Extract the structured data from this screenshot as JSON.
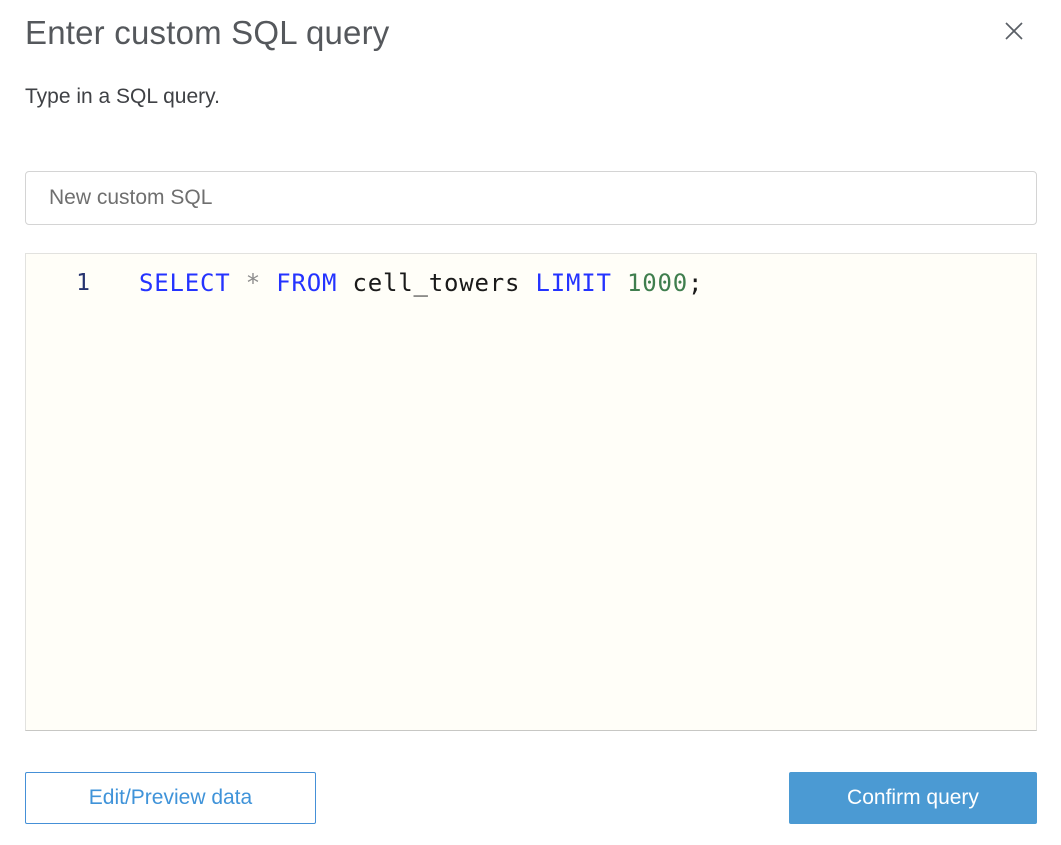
{
  "dialog": {
    "title": "Enter custom SQL query",
    "subtitle": "Type in a SQL query."
  },
  "name_input": {
    "value": "New custom SQL"
  },
  "editor": {
    "line_number": "1",
    "code_text": "SELECT * FROM cell_towers LIMIT 1000;",
    "tokens": [
      {
        "text": "SELECT",
        "type": "keyword"
      },
      {
        "text": " ",
        "type": "plain"
      },
      {
        "text": "*",
        "type": "operator"
      },
      {
        "text": " ",
        "type": "plain"
      },
      {
        "text": "FROM",
        "type": "keyword"
      },
      {
        "text": " cell_towers ",
        "type": "plain"
      },
      {
        "text": "LIMIT",
        "type": "keyword"
      },
      {
        "text": " ",
        "type": "plain"
      },
      {
        "text": "1000",
        "type": "number"
      },
      {
        "text": ";",
        "type": "plain"
      }
    ]
  },
  "footer": {
    "edit_preview_label": "Edit/Preview data",
    "confirm_label": "Confirm query"
  },
  "colors": {
    "keyword": "#2433ff",
    "operator": "#8c8c8c",
    "number": "#3f7e4e",
    "plain": "#1a1a1a",
    "line_number": "#26336f",
    "accent_fill": "#4b9ad3",
    "accent_border": "#4590d7",
    "accent_text": "#3f93d9",
    "editor_background": "#fffef8"
  }
}
